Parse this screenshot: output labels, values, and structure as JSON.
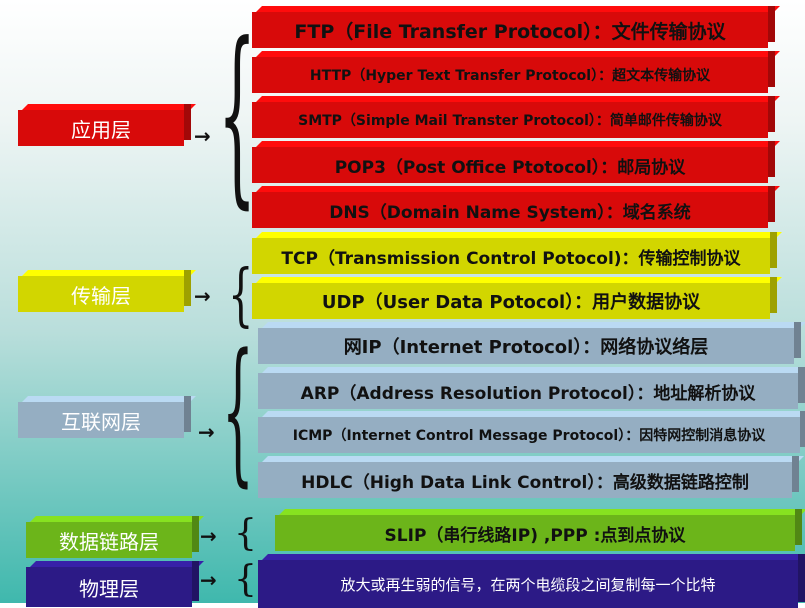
{
  "layers": [
    {
      "name": "应用层",
      "protocols": [
        "FTP（File Transfer Protocol）：文件传输协议",
        "HTTP（Hyper Text Transfer Protocol）：超文本传输协议",
        "SMTP（Simple Mail Transter Protocol）：简单邮件传输协议",
        "POP3（Post Office Ptotocol）：邮局协议",
        "DNS（Domain Name System）：域名系统"
      ]
    },
    {
      "name": "传输层",
      "protocols": [
        "TCP（Transmission Control Potocol)：传输控制协议",
        "UDP（User Data Potocol）：用户数据协议"
      ]
    },
    {
      "name": "互联网层",
      "protocols": [
        "网IP（Internet Protocol）：网络协议络层",
        "ARP（Address Resolution Protocol）：地址解析协议",
        "ICMP（Internet Control Message Protocol）：因特网控制消息协议",
        "HDLC（High Data Link Control）：高级数据链路控制"
      ]
    },
    {
      "name": "数据链路层",
      "protocols": [
        "SLIP（串行线路IP) ,PPP :点到点协议"
      ]
    },
    {
      "name": "物理层",
      "protocols": [
        "放大或再生弱的信号，在两个电缆段之间复制每一个比特"
      ]
    }
  ],
  "arrow": "→"
}
